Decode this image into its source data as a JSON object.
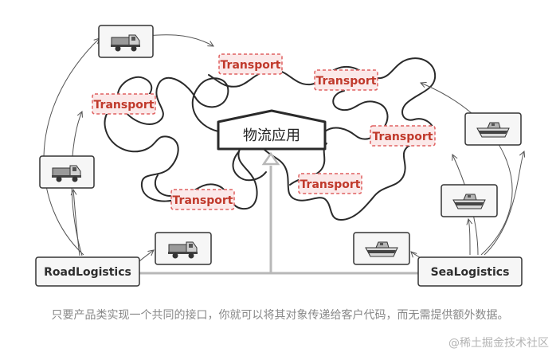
{
  "diagram": {
    "app_label": "物流应用",
    "transport_label": "Transport",
    "road_logistics": "RoadLogistics",
    "sea_logistics": "SeaLogistics",
    "colors": {
      "transport_text": "#c0392b",
      "transport_border": "#e06060",
      "transport_fill": "#fbe9e9",
      "box_border": "#333333",
      "hierarchy_line": "#b8b8b8",
      "wire": "#2a2a2a"
    },
    "icons": [
      "truck-icon",
      "ship-icon"
    ]
  },
  "caption": "只要产品类实现一个共同的接口，你就可以将其对象传递给客户代码，而无需提供额外数据。",
  "watermark": "@稀土掘金技术社区"
}
